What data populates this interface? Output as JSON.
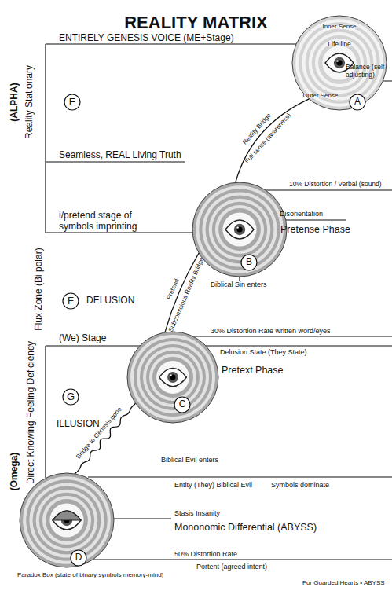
{
  "diagram": {
    "title": "REALITY MATRIX",
    "nodes": [
      {
        "text": [
          "Inner Sense",
          "Life line",
          "Outer Sense"
        ]
      },
      {
        "text": [
          "A"
        ],
        "in": 0
      },
      {
        "text": [
          "E"
        ]
      },
      {
        "text": [
          "Pretense Phase"
        ]
      },
      {
        "text": [
          "B"
        ],
        "in": 3
      },
      {
        "text": [
          "F"
        ]
      },
      {
        "text": [
          "Pretext Phase"
        ]
      },
      {
        "text": [
          "C"
        ],
        "in": 6
      },
      {
        "text": [
          "G"
        ]
      },
      {
        "text": [
          "Mononomic Differential (ABYSS)"
        ]
      },
      {
        "text": [
          "D"
        ],
        "in": 9
      }
    ],
    "edges": [
      {
        "from": 0,
        "to": 3,
        "label": "Reality Bridge",
        "arrow": "none"
      },
      {
        "from": 3,
        "to": 6,
        "label": "Subconscious Reality Bridge",
        "arrow": "none"
      },
      {
        "from": 6,
        "to": 9,
        "label": "Bridge to Genesis gone",
        "arrow": "none"
      }
    ],
    "labels": [
      "ENTIRELY GENESIS VOICE (ME+Stage)",
      "Seamless, REAL Living Truth",
      "i/pretend stage of symbols imprinting",
      "(ALPHA)",
      "Reality Stationary",
      "Balance (self adjusting)",
      "Full sense (awareness)",
      "10% Distortion / Verbal (sound)",
      "Disorientation",
      "Biblical Sin enters",
      "Pretend",
      "DELUSION",
      "Flux Zone (Bi polar)",
      "30% Distortion Rate written word/eyes",
      "Delusion State (They State)",
      "(We) Stage",
      "ILLUSION",
      "(Omega)",
      "Direct Knowing Feeling Deficiency",
      "Biblical Evil enters",
      "Entity (They) Biblical Evil",
      "Symbols dominate",
      "Stasis Insanity",
      "50% Distortion Rate",
      "Portent (agreed intent)",
      "Paradox Box (state of binary symbols memory-mind)",
      "For Guarded Hearts • ABYSS"
    ]
  }
}
